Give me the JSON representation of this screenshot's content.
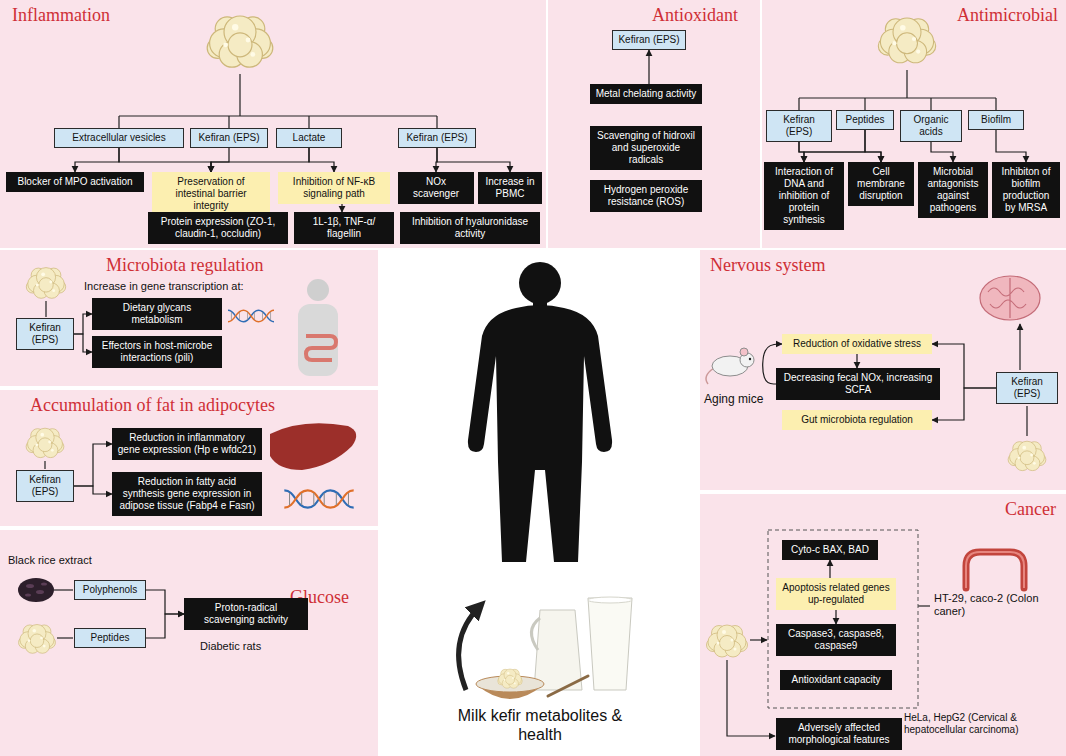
{
  "diagram": {
    "nodes": [
      {
        "text": [
          "Inflammation"
        ]
      },
      {
        "text": [
          "Extracellular vesicles"
        ],
        "in": 0
      },
      {
        "text": [
          "Kefiran (EPS)"
        ],
        "in": 0
      },
      {
        "text": [
          "Lactate"
        ],
        "in": 0
      },
      {
        "text": [
          "Kefiran (EPS)"
        ],
        "in": 0
      },
      {
        "text": [
          "Blocker of MPO activation"
        ],
        "in": 0
      },
      {
        "text": [
          "Preservation of intestinal barrier integrity"
        ],
        "in": 0
      },
      {
        "text": [
          "Inhibition of NF-κB signaling path"
        ],
        "in": 0
      },
      {
        "text": [
          "NOx scavenger"
        ],
        "in": 0
      },
      {
        "text": [
          "Increase in PBMC"
        ],
        "in": 0
      },
      {
        "text": [
          "Protein expression (ZO-1, claudin-1, occludin)"
        ],
        "in": 0
      },
      {
        "text": [
          "1L-1β, TNF-α/ flagellin"
        ],
        "in": 0
      },
      {
        "text": [
          "Inhibition of hyaluronidase activity"
        ],
        "in": 0
      },
      {
        "text": [
          "Antioxidant"
        ]
      },
      {
        "text": [
          "Kefiran (EPS)"
        ],
        "in": 13
      },
      {
        "text": [
          "Metal chelating activity"
        ],
        "in": 13
      },
      {
        "text": [
          "Scavenging of hidroxil and superoxide radicals"
        ],
        "in": 13
      },
      {
        "text": [
          "Hydrogen peroxide resistance (ROS)"
        ],
        "in": 13
      },
      {
        "text": [
          "Antimicrobial"
        ]
      },
      {
        "text": [
          "Kefiran (EPS)"
        ],
        "in": 18
      },
      {
        "text": [
          "Peptides"
        ],
        "in": 18
      },
      {
        "text": [
          "Organic acids"
        ],
        "in": 18
      },
      {
        "text": [
          "Biofilm"
        ],
        "in": 18
      },
      {
        "text": [
          "Interaction of DNA and inhibition of protein synthesis"
        ],
        "in": 18
      },
      {
        "text": [
          "Cell membrane disruption"
        ],
        "in": 18
      },
      {
        "text": [
          "Microbial antagonists against pathogens"
        ],
        "in": 18
      },
      {
        "text": [
          "Inhibiton of biofilm production by MRSA"
        ],
        "in": 18
      },
      {
        "text": [
          "Microbiota regulation"
        ]
      },
      {
        "text": [
          "Kefiran (EPS)"
        ],
        "in": 27
      },
      {
        "text": [
          "Dietary glycans metabolism"
        ],
        "in": 27
      },
      {
        "text": [
          "Effectors in host-microbe interactions (pili)"
        ],
        "in": 27
      },
      {
        "text": [
          "Nervous system"
        ]
      },
      {
        "text": [
          "Reduction of oxidative stress"
        ],
        "in": 31
      },
      {
        "text": [
          "Decreasing fecal NOx, increasing SCFA"
        ],
        "in": 31
      },
      {
        "text": [
          "Gut microbiota regulation"
        ],
        "in": 31
      },
      {
        "text": [
          "Kefiran (EPS)"
        ],
        "in": 31
      },
      {
        "text": [
          "Accumulation of fat in adipocytes"
        ]
      },
      {
        "text": [
          "Kefiran (EPS)"
        ],
        "in": 36
      },
      {
        "text": [
          "Reduction in inflammatory gene expression (Hp e wfdc21)"
        ],
        "in": 36
      },
      {
        "text": [
          "Reduction in fatty acid synthesis gene expression in adipose tissue (Fabp4 e Fasn)"
        ],
        "in": 36
      },
      {
        "text": [
          "Cancer"
        ]
      },
      {
        "text": [
          "Cyto-c BAX, BAD"
        ],
        "in": 40
      },
      {
        "text": [
          "Apoptosis related genes up-regulated"
        ],
        "in": 40
      },
      {
        "text": [
          "Caspase3, caspase8, caspase9"
        ],
        "in": 40
      },
      {
        "text": [
          "Antioxidant capacity"
        ],
        "in": 40
      },
      {
        "text": [
          "Adversely affected morphological features"
        ],
        "in": 40
      },
      {
        "text": [
          "Glucose"
        ]
      },
      {
        "text": [
          "Polyphenols"
        ],
        "in": 46
      },
      {
        "text": [
          "Peptides"
        ],
        "in": 46
      },
      {
        "text": [
          "Proton-radical scavenging activity"
        ],
        "in": 46
      }
    ],
    "edges": [
      {
        "from": 1,
        "to": 5,
        "arrow": "to"
      },
      {
        "from": 1,
        "to": 6,
        "arrow": "to"
      },
      {
        "from": 2,
        "to": 6,
        "arrow": "to"
      },
      {
        "from": 3,
        "to": 6,
        "arrow": "to"
      },
      {
        "from": 3,
        "to": 7,
        "arrow": "to"
      },
      {
        "from": 4,
        "to": 8,
        "arrow": "to"
      },
      {
        "from": 4,
        "to": 9,
        "arrow": "to"
      },
      {
        "from": 6,
        "to": 10,
        "arrow": "to"
      },
      {
        "from": 7,
        "to": 11,
        "arrow": "to"
      },
      {
        "from": 15,
        "to": 14,
        "arrow": "to"
      },
      {
        "from": 19,
        "to": 23,
        "arrow": "to"
      },
      {
        "from": 19,
        "to": 24,
        "arrow": "to"
      },
      {
        "from": 20,
        "to": 23,
        "arrow": "to"
      },
      {
        "from": 20,
        "to": 24,
        "arrow": "to"
      },
      {
        "from": 21,
        "to": 25,
        "arrow": "to"
      },
      {
        "from": 22,
        "to": 26,
        "arrow": "to"
      },
      {
        "from": 28,
        "to": 29,
        "arrow": "to"
      },
      {
        "from": 28,
        "to": 30,
        "arrow": "to"
      },
      {
        "from": 33,
        "to": 32,
        "arrow": "to"
      },
      {
        "from": 32,
        "to": 33,
        "arrow": "to"
      },
      {
        "from": 35,
        "to": 32,
        "arrow": "to"
      },
      {
        "from": 35,
        "to": 34,
        "arrow": "to"
      },
      {
        "from": 37,
        "to": 38,
        "arrow": "to"
      },
      {
        "from": 37,
        "to": 39,
        "arrow": "to"
      },
      {
        "from": 42,
        "to": 41,
        "arrow": "to"
      },
      {
        "from": 42,
        "to": 43,
        "arrow": "to"
      },
      {
        "from": 47,
        "to": 49,
        "arrow": "to"
      },
      {
        "from": 48,
        "to": 49,
        "arrow": "to"
      }
    ],
    "labels": [
      "Increase in gene transcription at:",
      "Black rice extract",
      "Diabetic rats",
      "Milk kefir metabolites & health",
      "Aging mice",
      "HT-29, caco-2 (Colon caner)",
      "HeLa, HepG2 (Cervical & hepatocellular carcinoma)"
    ]
  }
}
